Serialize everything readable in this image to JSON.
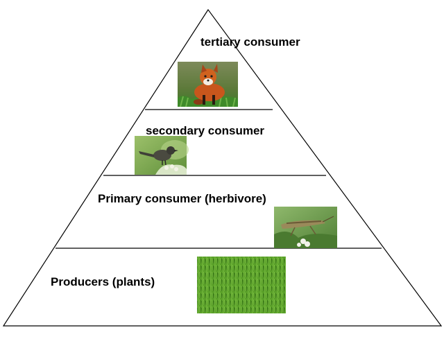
{
  "levels": [
    {
      "label": "tertiary consumer",
      "image": "fox-photo"
    },
    {
      "label": "secondary consumer",
      "image": "bird-photo"
    },
    {
      "label": "Primary consumer (herbivore)",
      "image": "grasshopper-photo"
    },
    {
      "label": "Producers (plants)",
      "image": "grass-photo"
    }
  ],
  "colors": {
    "outline": "#000000",
    "fox": "#c8561c",
    "grass": "#5fa82c",
    "leaf_bg": "#7fae4a"
  }
}
